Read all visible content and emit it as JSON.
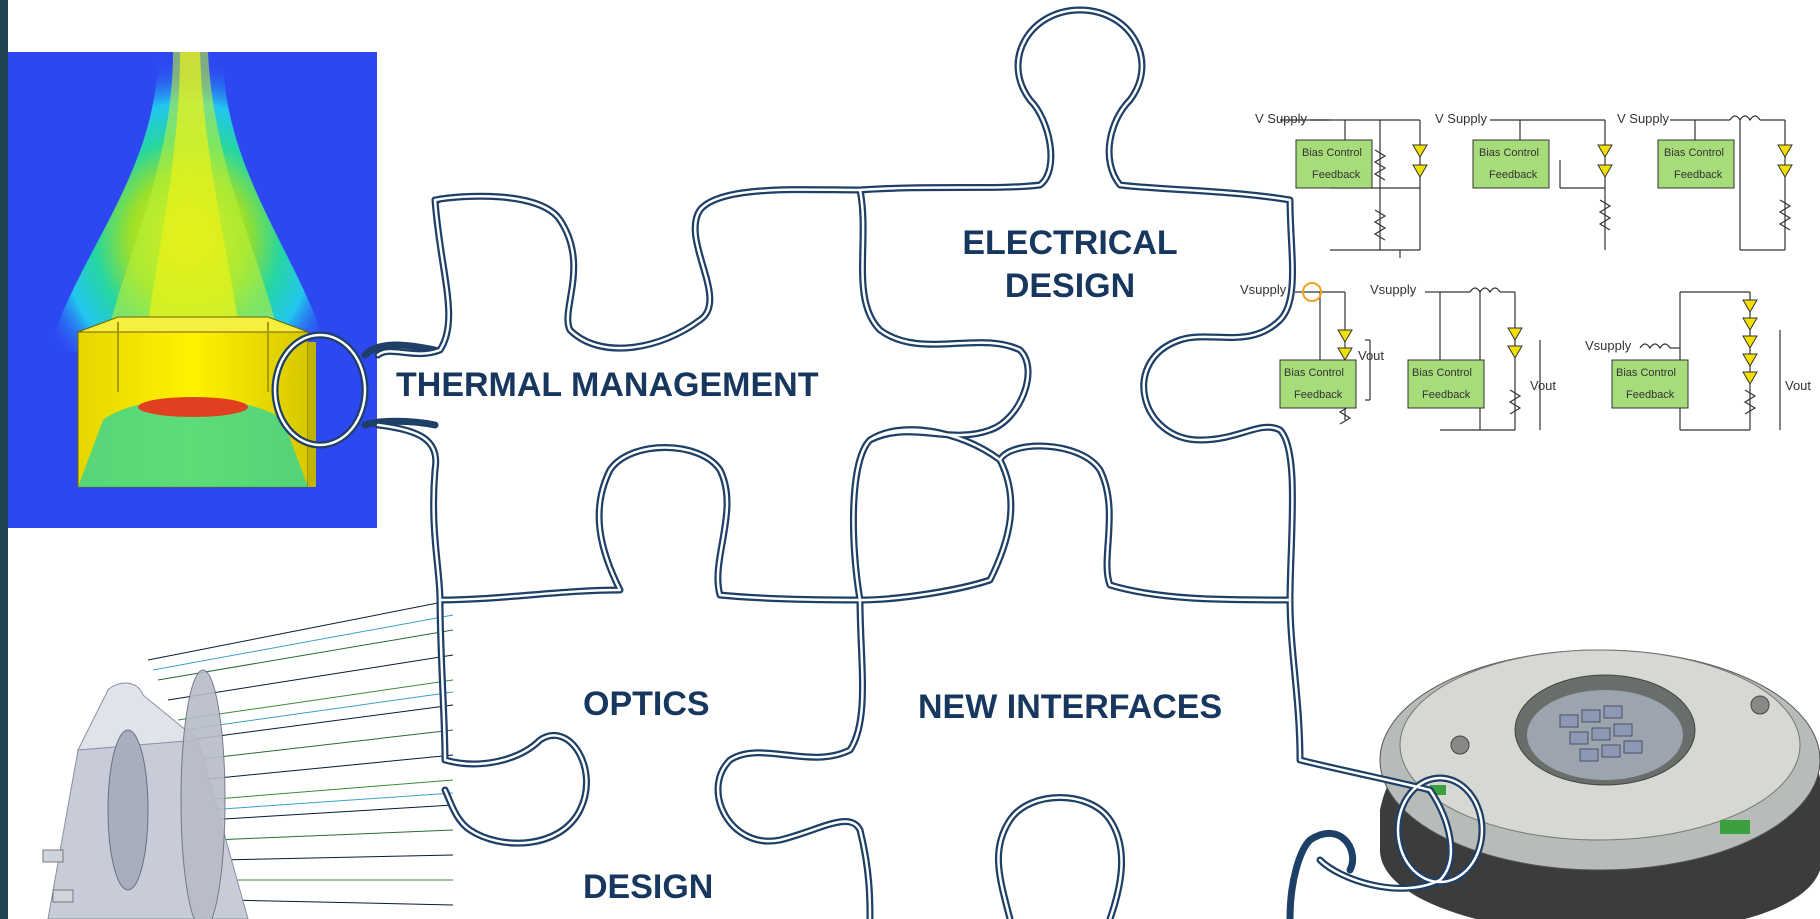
{
  "labels": {
    "thermal": "THERMAL MANAGEMENT",
    "electrical_line1": "ELECTRICAL",
    "electrical_line2": "DESIGN",
    "optics": "OPTICS",
    "optics_design": "DESIGN",
    "new_interfaces": "NEW INTERFACES"
  },
  "circuits": {
    "supply_label": "V Supply",
    "supply_label_sub": "Vsupply",
    "box_line1": "Bias Control",
    "box_line2": "Feedback",
    "vout": "Vout"
  },
  "colors": {
    "label_text": "#17375e",
    "puzzle_line": "#1e3f66",
    "box_fill": "#a6dc7a",
    "edge_bar": "#1f4650"
  }
}
